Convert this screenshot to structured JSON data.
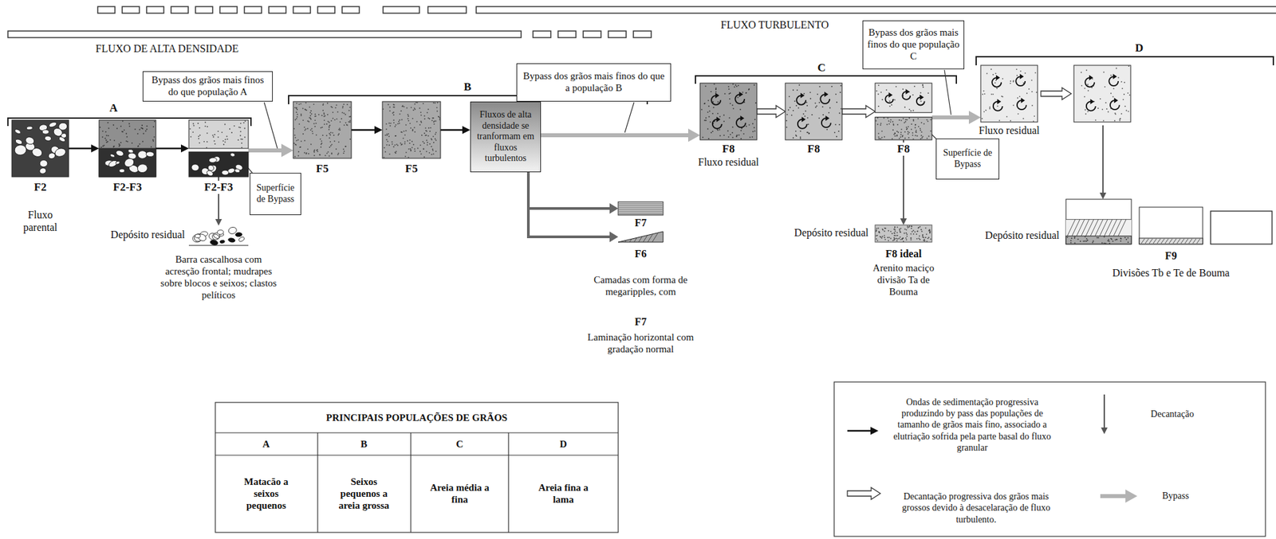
{
  "diagram": {
    "nodes": [
      {
        "text": [
          "Bypass dos grãos mais finos do que população A"
        ]
      },
      {
        "text": [
          "Bypass dos grãos mais finos do que a população B"
        ]
      },
      {
        "text": [
          "Bypass dos grãos mais finos do que população C"
        ]
      },
      {
        "text": [
          "F2",
          "Fluxo parental"
        ]
      },
      {
        "text": [
          "F2-F3"
        ]
      },
      {
        "text": [
          "F2-F3"
        ]
      },
      {
        "text": [
          "Superfície de Bypass"
        ]
      },
      {
        "text": [
          "Depósito residual",
          "Barra cascalhosa com acresção frontal; mudrapes sobre blocos e seixos; clastos pelíticos"
        ]
      },
      {
        "text": [
          "F5"
        ]
      },
      {
        "text": [
          "F5"
        ]
      },
      {
        "text": [
          "Fluxos de alta densidade se tranformam em fluxos turbulentos"
        ]
      },
      {
        "text": [
          "F7"
        ]
      },
      {
        "text": [
          "F6",
          "Camadas com forma de megaripples, com"
        ]
      },
      {
        "text": [
          "F8",
          "Fluxo residual"
        ]
      },
      {
        "text": [
          "F8"
        ]
      },
      {
        "text": [
          "F8"
        ]
      },
      {
        "text": [
          "Superfície de Bypass"
        ]
      },
      {
        "text": [
          "Depósito residual",
          "F8 ideal",
          "Arenito maciço divisão Ta de Bouma"
        ]
      },
      {
        "text": [
          "Fluxo residual"
        ]
      },
      {
        "text": [
          "Depósito residual"
        ]
      },
      {
        "text": [
          "F9",
          "Divisões Tb e Te de Bouma"
        ]
      }
    ],
    "edges": [
      {
        "from": 3,
        "to": 4,
        "arrow": "to"
      },
      {
        "from": 4,
        "to": 5,
        "arrow": "to"
      },
      {
        "from": 5,
        "to": 7,
        "arrow": "to"
      },
      {
        "from": 5,
        "to": 8,
        "arrow": "to"
      },
      {
        "from": 8,
        "to": 9,
        "arrow": "to"
      },
      {
        "from": 9,
        "to": 10,
        "arrow": "to"
      },
      {
        "from": 10,
        "to": 11,
        "arrow": "to"
      },
      {
        "from": 10,
        "to": 12,
        "arrow": "to"
      },
      {
        "from": 10,
        "to": 13,
        "arrow": "to"
      },
      {
        "from": 13,
        "to": 14,
        "arrow": "to"
      },
      {
        "from": 14,
        "to": 15,
        "arrow": "to"
      },
      {
        "from": 15,
        "to": 17,
        "arrow": "to"
      },
      {
        "from": 15,
        "to": 18,
        "arrow": "to"
      }
    ],
    "labels": [
      "FLUXO DE ALTA DENSIDADE",
      "FLUXO TURBULENTO",
      "A",
      "B",
      "C",
      "D",
      "F7",
      "Laminação horizontal com gradação normal",
      "PRINCIPAIS POPULAÇÕES DE GRÃOS",
      "A",
      "B",
      "C",
      "D",
      "Matacão a seixos pequenos",
      "Seixos pequenos a areia grossa",
      "Areia média a fina",
      "Areia fina a lama"
    ],
    "legend": [
      {
        "text": "Ondas de sedimentação progressiva produzindo by pass das populações de tamanho de grãos mais fino, associado a elutriação sofrida pela parte basal do fluxo granular"
      },
      {
        "text": "Decantação progressiva dos grãos mais grossos devido à desacelaração de fluxo turbulento."
      },
      {
        "text": "Decantação"
      },
      {
        "text": "Bypass"
      }
    ]
  }
}
